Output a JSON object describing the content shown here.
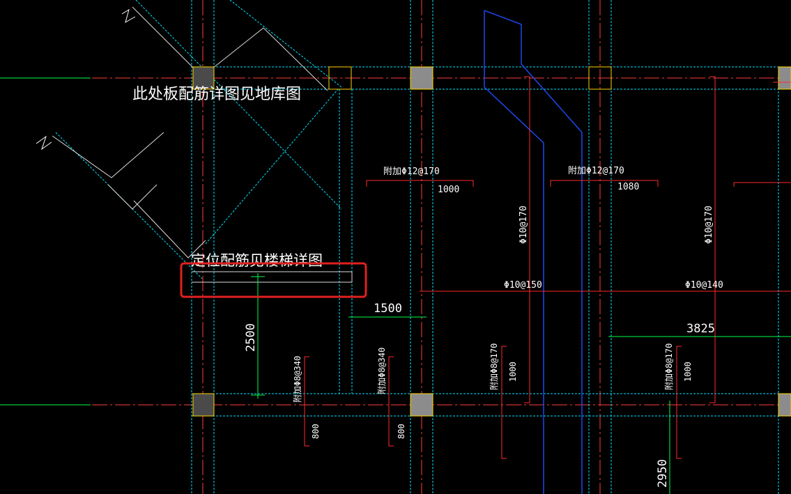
{
  "drawing": {
    "notes": {
      "slab_note": "此处板配筋详图见地库图",
      "stair_note": "定位配筋见楼梯详图"
    },
    "rebar_labels": {
      "top_a": "附加Φ12@170",
      "top_b": "附加Φ12@170",
      "span_a": "Φ10@150",
      "span_b": "Φ10@140",
      "vert_a": "Φ10@170",
      "vert_b": "Φ10@170",
      "bot_a": "附加Φ8@340",
      "bot_b": "附加Φ8@340",
      "bot_c": "附加Φ8@170",
      "bot_d": "附加Φ8@170"
    },
    "dimensions": {
      "d_1000_a": "1000",
      "d_1080": "1080",
      "d_1500": "1500",
      "d_2500": "2500",
      "d_3825": "3825",
      "d_800_a": "800",
      "d_800_b": "800",
      "d_1000_b": "1000",
      "d_1000_c": "1000",
      "d_2950": "2950"
    },
    "colors": {
      "background": "#000000",
      "axis": "#ff3b3b",
      "beam": "#00e5ff",
      "column_yellow": "#ffd400",
      "column_fill": "#8c8c8c",
      "rebar": "#ff2a2a",
      "dimension": "#00ff4c",
      "note_text": "#ffffff",
      "highlight_box": "#e02020",
      "pipe": "#1f4dff"
    }
  }
}
